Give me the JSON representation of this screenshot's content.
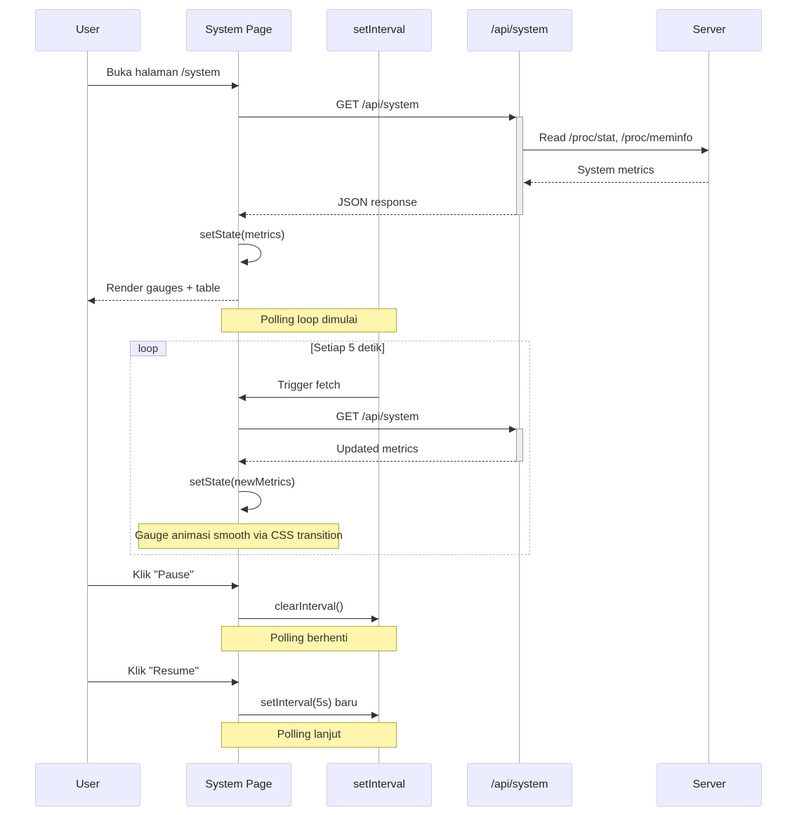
{
  "diagram": {
    "type": "sequence-diagram",
    "participants": [
      "User",
      "System Page",
      "setInterval",
      "/api/system",
      "Server"
    ],
    "messages": [
      {
        "text": "Buka halaman /system",
        "from": "User",
        "to": "System Page",
        "style": "solid"
      },
      {
        "text": "GET /api/system",
        "from": "System Page",
        "to": "/api/system",
        "style": "solid"
      },
      {
        "text": "Read /proc/stat, /proc/meminfo",
        "from": "/api/system",
        "to": "Server",
        "style": "solid"
      },
      {
        "text": "System metrics",
        "from": "Server",
        "to": "/api/system",
        "style": "dashed"
      },
      {
        "text": "JSON response",
        "from": "/api/system",
        "to": "System Page",
        "style": "dashed"
      },
      {
        "text": "setState(metrics)",
        "from": "System Page",
        "to": "System Page",
        "style": "self"
      },
      {
        "text": "Render gauges + table",
        "from": "System Page",
        "to": "User",
        "style": "dashed"
      },
      {
        "text": "Trigger fetch",
        "from": "setInterval",
        "to": "System Page",
        "style": "solid"
      },
      {
        "text": "GET /api/system",
        "from": "System Page",
        "to": "/api/system",
        "style": "solid"
      },
      {
        "text": "Updated metrics",
        "from": "/api/system",
        "to": "System Page",
        "style": "dashed"
      },
      {
        "text": "setState(newMetrics)",
        "from": "System Page",
        "to": "System Page",
        "style": "self"
      },
      {
        "text": "Klik \"Pause\"",
        "from": "User",
        "to": "System Page",
        "style": "solid"
      },
      {
        "text": "clearInterval()",
        "from": "System Page",
        "to": "setInterval",
        "style": "solid"
      },
      {
        "text": "Klik \"Resume\"",
        "from": "User",
        "to": "System Page",
        "style": "solid"
      },
      {
        "text": "setInterval(5s) baru",
        "from": "System Page",
        "to": "setInterval",
        "style": "solid"
      }
    ],
    "notes": [
      {
        "text": "Polling loop dimulai"
      },
      {
        "text": "Gauge animasi smooth via CSS transition"
      },
      {
        "text": "Polling berhenti"
      },
      {
        "text": "Polling lanjut"
      }
    ],
    "loop": {
      "label": "loop",
      "condition": "[Setiap 5 detik]"
    },
    "colors": {
      "participant_fill": "#ECECFF",
      "note_fill": "#FFF5AD",
      "note_border": "#AAAA33",
      "arrow": "#333333",
      "lifeline": "#AAAAAA"
    }
  }
}
